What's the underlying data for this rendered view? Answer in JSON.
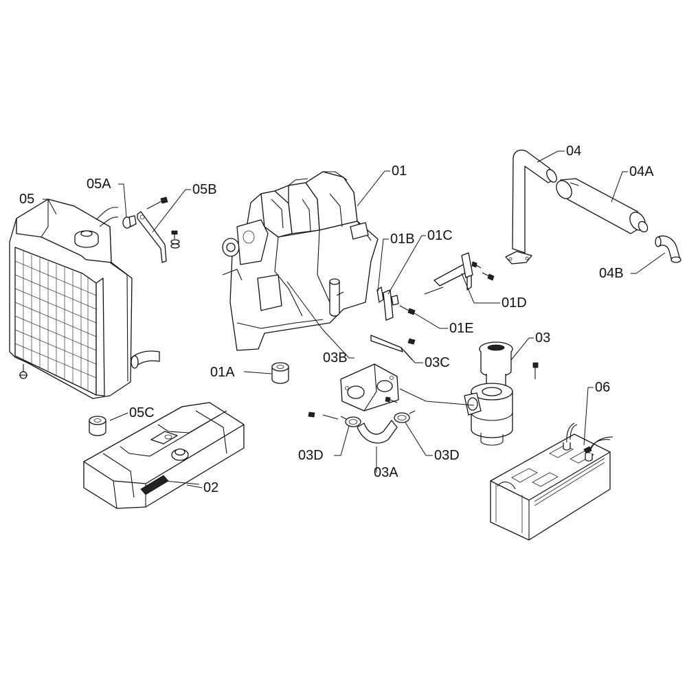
{
  "labels": {
    "p01": "01",
    "p01A": "01A",
    "p01B": "01B",
    "p01C": "01C",
    "p01D": "01D",
    "p01E": "01E",
    "p02": "02",
    "p03": "03",
    "p03A": "03A",
    "p03B": "03B",
    "p03C": "03C",
    "p03D_left": "03D",
    "p03D_right": "03D",
    "p04": "04",
    "p04A": "04A",
    "p04B": "04B",
    "p05": "05",
    "p05A": "05A",
    "p05B": "05B",
    "p05C": "05C",
    "p06": "06"
  },
  "colors": {
    "line": "#111111",
    "background": "#ffffff"
  }
}
